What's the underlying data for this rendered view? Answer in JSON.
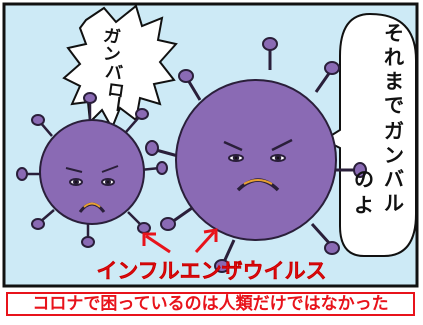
{
  "panel": {
    "background": "#cdeaf6",
    "border_color": "#111111"
  },
  "speech_left": {
    "text": "ガンバロー",
    "columns": [
      "ガ",
      "ン",
      "バ",
      "ロ",
      "ー"
    ]
  },
  "speech_right": {
    "col1": [
      "そ",
      "れ",
      "ま",
      "で",
      "ガ",
      "ン",
      "バ",
      "ル"
    ],
    "col2": [
      "の",
      "よ"
    ]
  },
  "virus_label": "インフルエンザウイルス",
  "caption": "コロナで困っているのは人類だけではなかった",
  "colors": {
    "virus_body": "#8a6ab4",
    "virus_outline": "#2a1f3a",
    "label_red": "#e8131b"
  }
}
